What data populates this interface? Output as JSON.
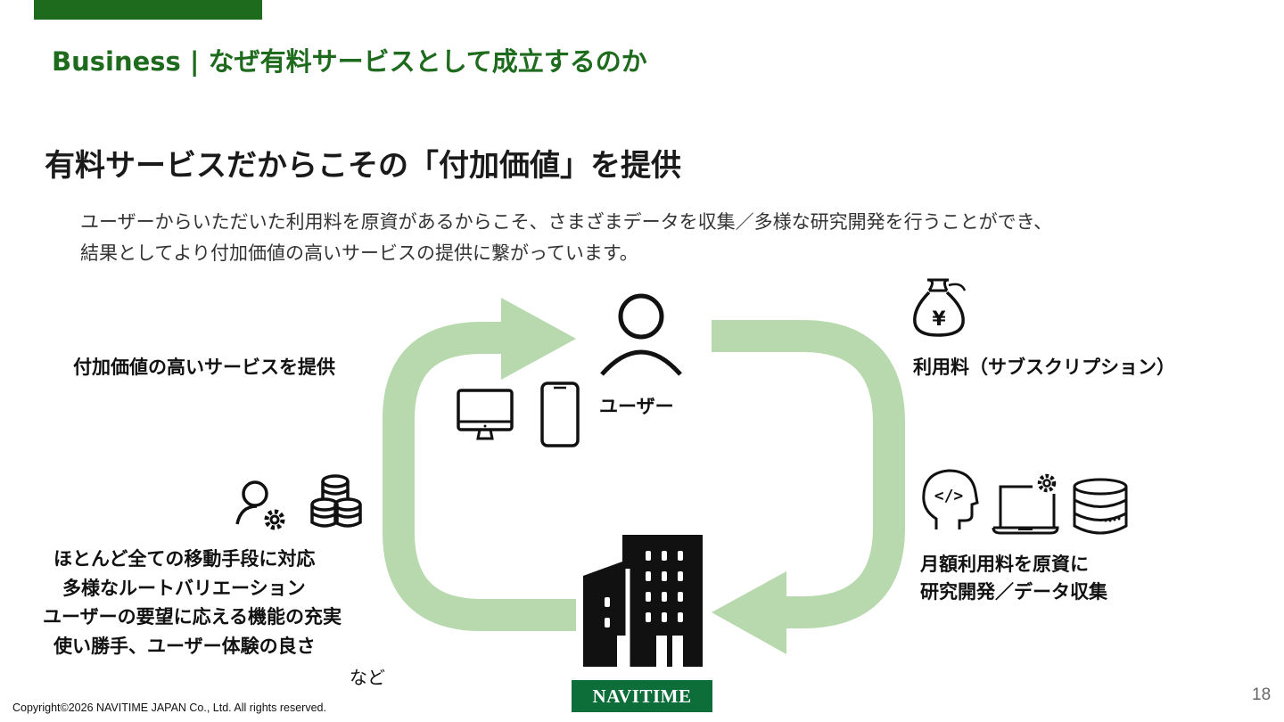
{
  "header": {
    "title": "Business | なぜ有料サービスとして成立するのか"
  },
  "headline": "有料サービスだからこその「付加価値」を提供",
  "description": {
    "line1": "ユーザーからいただいた利用料を原資があるからこそ、さまざまデータを収集／多様な研究開発を行うことができ、",
    "line2": "結果としてより付加価値の高いサービスの提供に繋がっています。"
  },
  "diagram": {
    "value_label": "付加価値の高いサービスを提供",
    "user_label": "ユーザー",
    "fee_label": "利用料（サブスクリプション）",
    "features": [
      "ほとんど全ての移動手段に対応",
      "多様なルートバリエーション",
      "ユーザーの要望に応える機能の充実",
      "使い勝手、ユーザー体験の良さ"
    ],
    "features_suffix": "など",
    "funding": [
      "月額利用料を原資に",
      "研究開発／データ収集"
    ],
    "logo_text": "NAVITIME",
    "icons": [
      "user-icon",
      "desktop-icon",
      "smartphone-icon",
      "yen-bag-icon",
      "person-gear-icon",
      "database-icon",
      "head-code-icon",
      "laptop-gear-icon",
      "server-icon",
      "building-icon"
    ],
    "colors": {
      "arrow": "#b7d9ad",
      "brand_green": "#1e6b1e",
      "logo_bg": "#0d6e3a"
    }
  },
  "footer": {
    "copyright": "Copyright©2026 NAVITIME JAPAN Co., Ltd. All rights reserved.",
    "page_number": "18"
  }
}
